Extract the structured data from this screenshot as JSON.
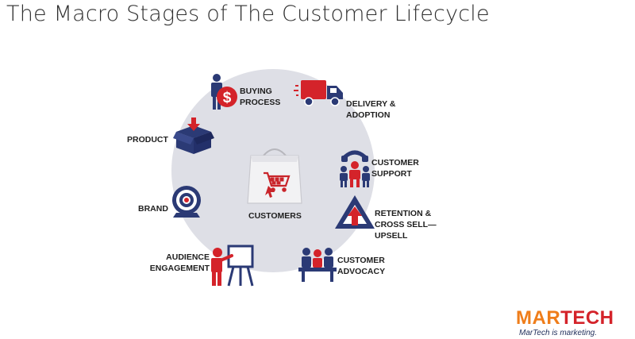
{
  "title": "The Macro Stages of The Customer Lifecycle",
  "center_label": "CUSTOMERS",
  "stages": {
    "buying": [
      "BUYING",
      "PROCESS"
    ],
    "delivery": [
      "DELIVERY &",
      "ADOPTION"
    ],
    "product": [
      "PRODUCT"
    ],
    "support": [
      "CUSTOMER",
      "SUPPORT"
    ],
    "brand": [
      "BRAND"
    ],
    "retention": [
      "RETENTION &",
      "CROSS SELL—",
      "UPSELL"
    ],
    "audience": [
      "AUDIENCE",
      "ENGAGEMENT"
    ],
    "advocacy": [
      "CUSTOMER",
      "ADVOCACY"
    ]
  },
  "logo": {
    "mar": "MAR",
    "tech": "TECH",
    "tagline": "MarTech is marketing."
  },
  "colors": {
    "navy": "#2b3a75",
    "red": "#d4232a",
    "circle": "#dedfe6",
    "orange": "#ef7d1a"
  }
}
